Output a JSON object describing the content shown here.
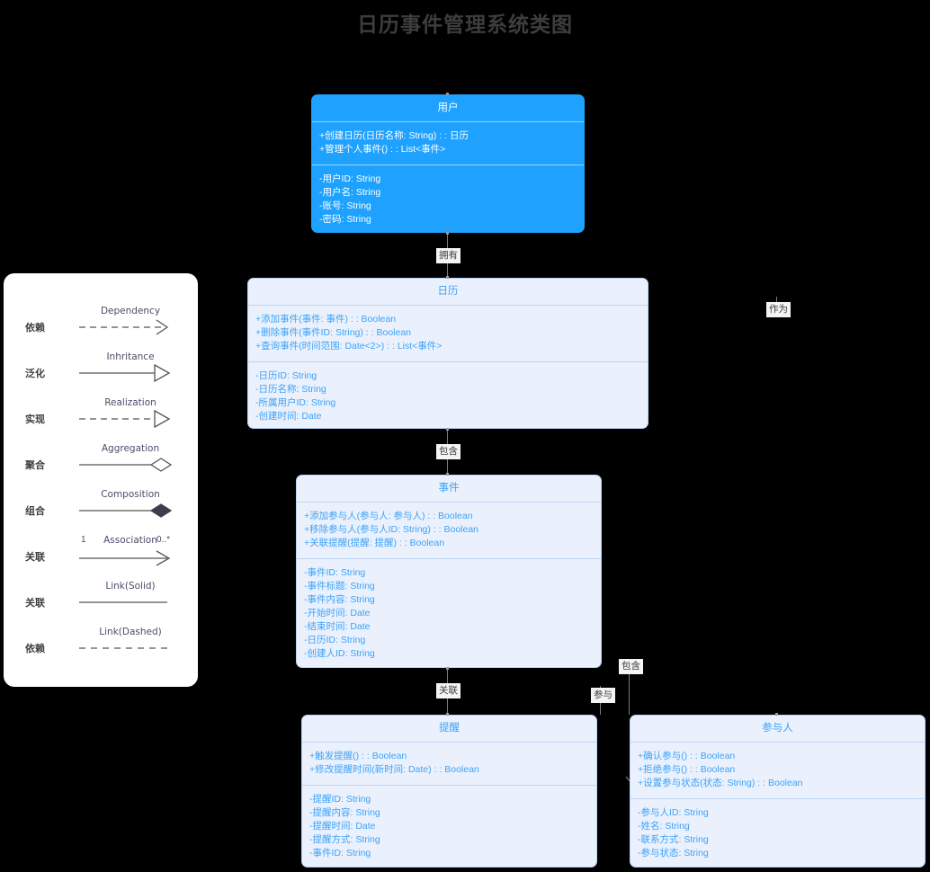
{
  "title": "日历事件管理系统类图",
  "background_color": "#000000",
  "accent_color": "#1ea1ff",
  "light_fill_color": "#eaf1fd",
  "classes": [
    {
      "id": "user",
      "name": "用户",
      "style": "primary",
      "methods": [
        "+创建日历(日历名称: String) : : 日历",
        "+管理个人事件() : : List<事件>"
      ],
      "attributes": [
        "-用户ID: String",
        "-用户名: String",
        "-账号: String",
        "-密码: String"
      ]
    },
    {
      "id": "calendar",
      "name": "日历",
      "style": "light",
      "methods": [
        "+添加事件(事件: 事件) : : Boolean",
        "+删除事件(事件ID: String) : : Boolean",
        "+查询事件(时间范围: Date<2>) : : List<事件>"
      ],
      "attributes": [
        "-日历ID: String",
        "-日历名称: String",
        "-所属用户ID: String",
        "-创建时间: Date"
      ]
    },
    {
      "id": "event",
      "name": "事件",
      "style": "light",
      "methods": [
        "+添加参与人(参与人: 参与人) : : Boolean",
        "+移除参与人(参与人ID: String) : : Boolean",
        "+关联提醒(提醒: 提醒) : : Boolean"
      ],
      "attributes": [
        "-事件ID: String",
        "-事件标题: String",
        "-事件内容: String",
        "-开始时间: Date",
        "-结束时间: Date",
        "-日历ID: String",
        "-创建人ID: String"
      ]
    },
    {
      "id": "reminder",
      "name": "提醒",
      "style": "light",
      "methods": [
        "+触发提醒() : : Boolean",
        "+修改提醒时间(新时间: Date) : : Boolean"
      ],
      "attributes": [
        "-提醒ID: String",
        "-提醒内容: String",
        "-提醒时间: Date",
        "-提醒方式: String",
        "-事件ID: String"
      ]
    },
    {
      "id": "participant",
      "name": "参与人",
      "style": "light",
      "methods": [
        "+确认参与() : : Boolean",
        "+拒绝参与() : : Boolean",
        "+设置参与状态(状态: String) : : Boolean"
      ],
      "attributes": [
        "-参与人ID: String",
        "-姓名: String",
        "-联系方式: String",
        "-参与状态: String"
      ]
    }
  ],
  "edges": [
    {
      "id": "user-calendar",
      "label": "拥有",
      "from": "user",
      "to": "calendar"
    },
    {
      "id": "calendar-event",
      "label": "包含",
      "from": "calendar",
      "to": "event"
    },
    {
      "id": "event-reminder",
      "label": "关联",
      "from": "event",
      "to": "reminder"
    },
    {
      "id": "event-participant",
      "label": "包含",
      "from": "event",
      "to": "participant"
    },
    {
      "id": "participant-role",
      "label": "参与",
      "from": "event",
      "to": "participant"
    },
    {
      "id": "user-participant",
      "label": "作为",
      "from": "user",
      "to": "participant"
    }
  ],
  "legend": {
    "rows": [
      {
        "name": "依赖",
        "kind": "Dependency",
        "line": "dashed",
        "head": "open-arrow"
      },
      {
        "name": "泛化",
        "kind": "Inhritance",
        "line": "solid",
        "head": "hollow-triangle"
      },
      {
        "name": "实现",
        "kind": "Realization",
        "line": "dashed",
        "head": "hollow-triangle"
      },
      {
        "name": "聚合",
        "kind": "Aggregation",
        "line": "solid",
        "head": "hollow-diamond"
      },
      {
        "name": "组合",
        "kind": "Composition",
        "line": "solid",
        "head": "filled-diamond"
      },
      {
        "name": "关联",
        "kind": "Association",
        "line": "solid",
        "head": "open-arrow",
        "mult_left": "1",
        "mult_right": "0..*"
      },
      {
        "name": "关联",
        "kind": "Link(Solid)",
        "line": "solid",
        "head": "none"
      },
      {
        "name": "依赖",
        "kind": "Link(Dashed)",
        "line": "dashed",
        "head": "none"
      }
    ]
  }
}
